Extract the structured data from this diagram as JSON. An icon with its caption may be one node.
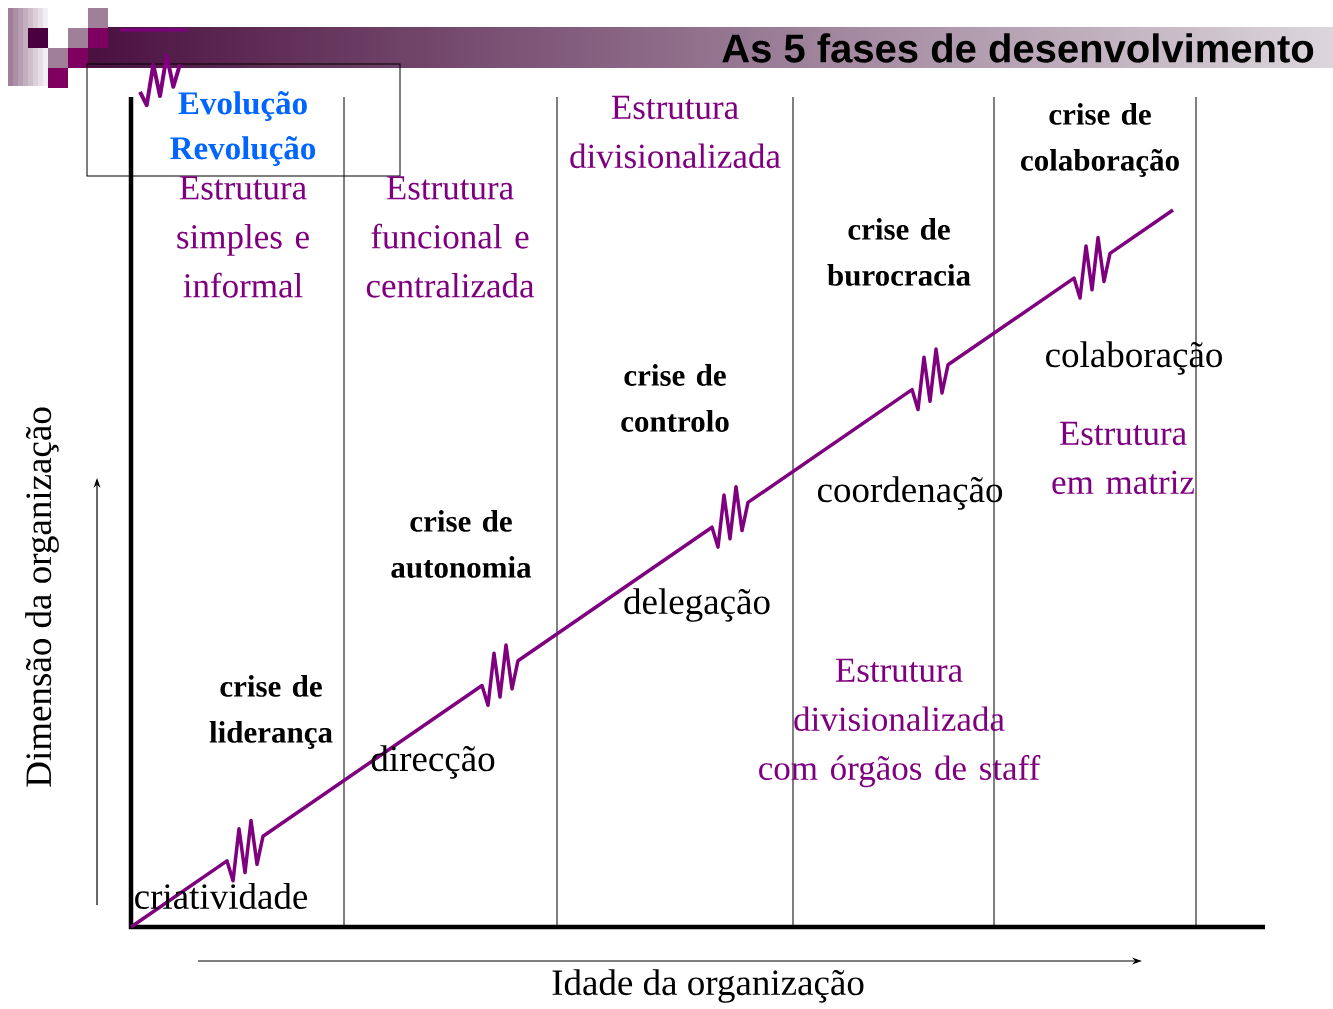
{
  "diagram": {
    "title": "As 5 fases de desenvolvimento",
    "labels": [
      "Estrutura divisionalizada",
      "crise de colaboração",
      "Estrutura simples e informal",
      "Estrutura funcional e centralizada",
      "crise de burocracia",
      "colaboração",
      "crise de controlo",
      "Estrutura em matriz",
      "coordenação",
      "crise de autonomia",
      "delegação",
      "Estrutura divisionalizada com órgãos de staff",
      "crise de liderança",
      "direcção",
      "criatividade",
      "Dimensão da organização",
      "Idade da organização"
    ],
    "legend": [
      {
        "text": "Evolução"
      },
      {
        "text": "Revolução"
      }
    ]
  }
}
